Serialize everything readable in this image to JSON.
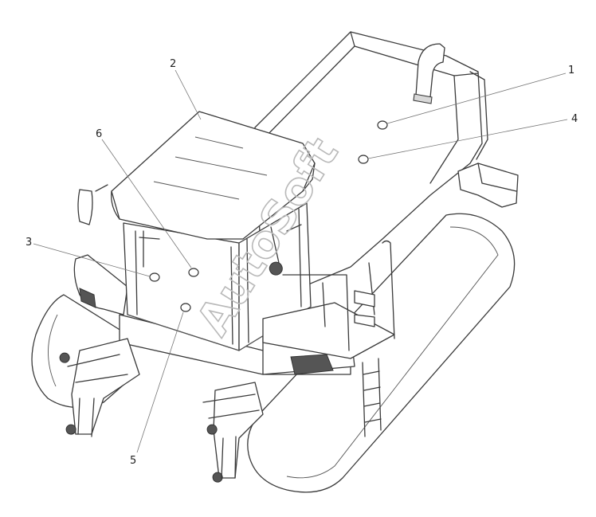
{
  "callouts": [
    {
      "id": "1",
      "label": "1"
    },
    {
      "id": "2",
      "label": "2"
    },
    {
      "id": "3",
      "label": "3"
    },
    {
      "id": "4",
      "label": "4"
    },
    {
      "id": "5",
      "label": "5"
    },
    {
      "id": "6",
      "label": "6"
    }
  ],
  "watermark": {
    "text": "AutoSoft"
  },
  "icons": {
    "machine": "tracked-tractor-drawing",
    "markers": "round-decal-marker"
  }
}
